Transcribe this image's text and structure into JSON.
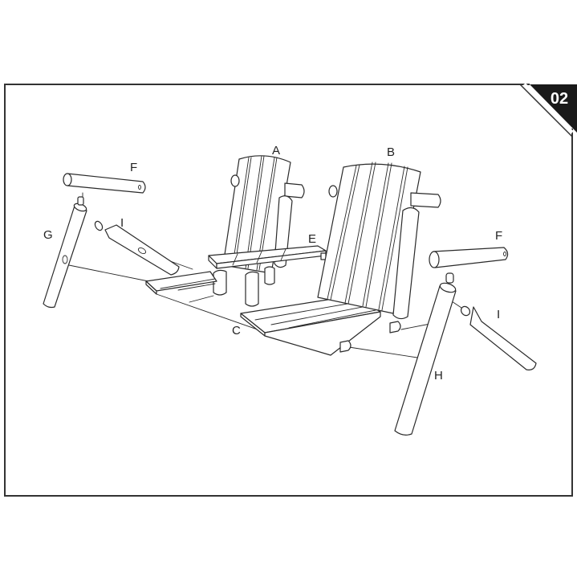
{
  "diagram": {
    "type": "assembly-instruction",
    "step_badge": "02",
    "colors": {
      "frame": "#333333",
      "badge_fill": "#1a1a1a",
      "badge_text": "#ffffff",
      "line_art": "#2a2a2a",
      "background": "#ffffff"
    },
    "parts": {
      "A": {
        "label": "A",
        "description": "left chair back"
      },
      "B": {
        "label": "B",
        "description": "right chair back"
      },
      "C": {
        "label": "C",
        "description": "bench seat base"
      },
      "E": {
        "label": "E",
        "description": "center table"
      },
      "F_left": {
        "label": "F",
        "description": "armrest rail (left)"
      },
      "F_right": {
        "label": "F",
        "description": "armrest rail (right)"
      },
      "G": {
        "label": "G",
        "description": "front leg (left)"
      },
      "H": {
        "label": "H",
        "description": "front leg (right)"
      },
      "I_left": {
        "label": "I",
        "description": "crossbar (left)"
      },
      "I_right": {
        "label": "I",
        "description": "crossbar (right)"
      }
    }
  }
}
